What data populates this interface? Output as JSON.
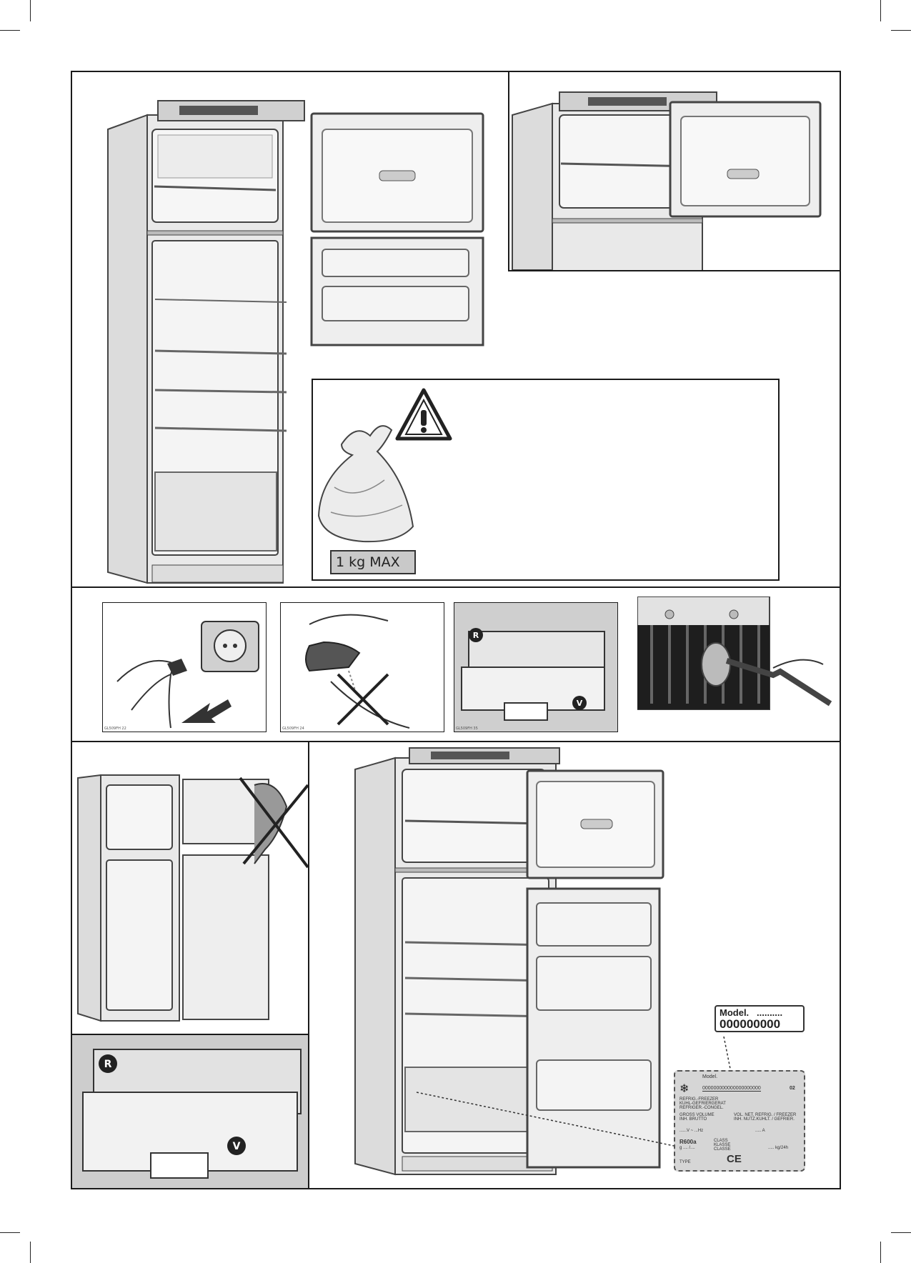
{
  "warning_panel": {
    "max_load_label": "1 kg MAX"
  },
  "step_codes": [
    "GL509FH 22",
    "GL509FH 24",
    "GL509FH 35"
  ],
  "drawer_markers": {
    "r": "R",
    "v": "V"
  },
  "model_label": {
    "title": "Model.",
    "dots": "..........",
    "number": "000000000"
  },
  "rating_plate": {
    "model": "Model.",
    "code": "000000000000000000000",
    "suffix": "02",
    "type_lines": [
      "REFRIG.-FREEZER",
      "KUHL-GEFRIERGERAT",
      "REFRIGER.-CONGEL."
    ],
    "gross_volume": [
      "GROSS VOLUME",
      "INH. BRUTTO"
    ],
    "net_volume": [
      "VOL. NET. REFRIG. / FREEZER",
      "INH. NUTZ.KUHLT. / GEFRIER."
    ],
    "voltage_row": "......V    ~    ...Hz",
    "current": "..... A",
    "refrigerant": "R600a",
    "class_label": [
      "CLASS",
      "KLASSE",
      "CLASSE"
    ],
    "capacity": "..... kg/24h",
    "weight": "g .... /....",
    "type": "TYPE",
    "ce_mark": "CE"
  }
}
